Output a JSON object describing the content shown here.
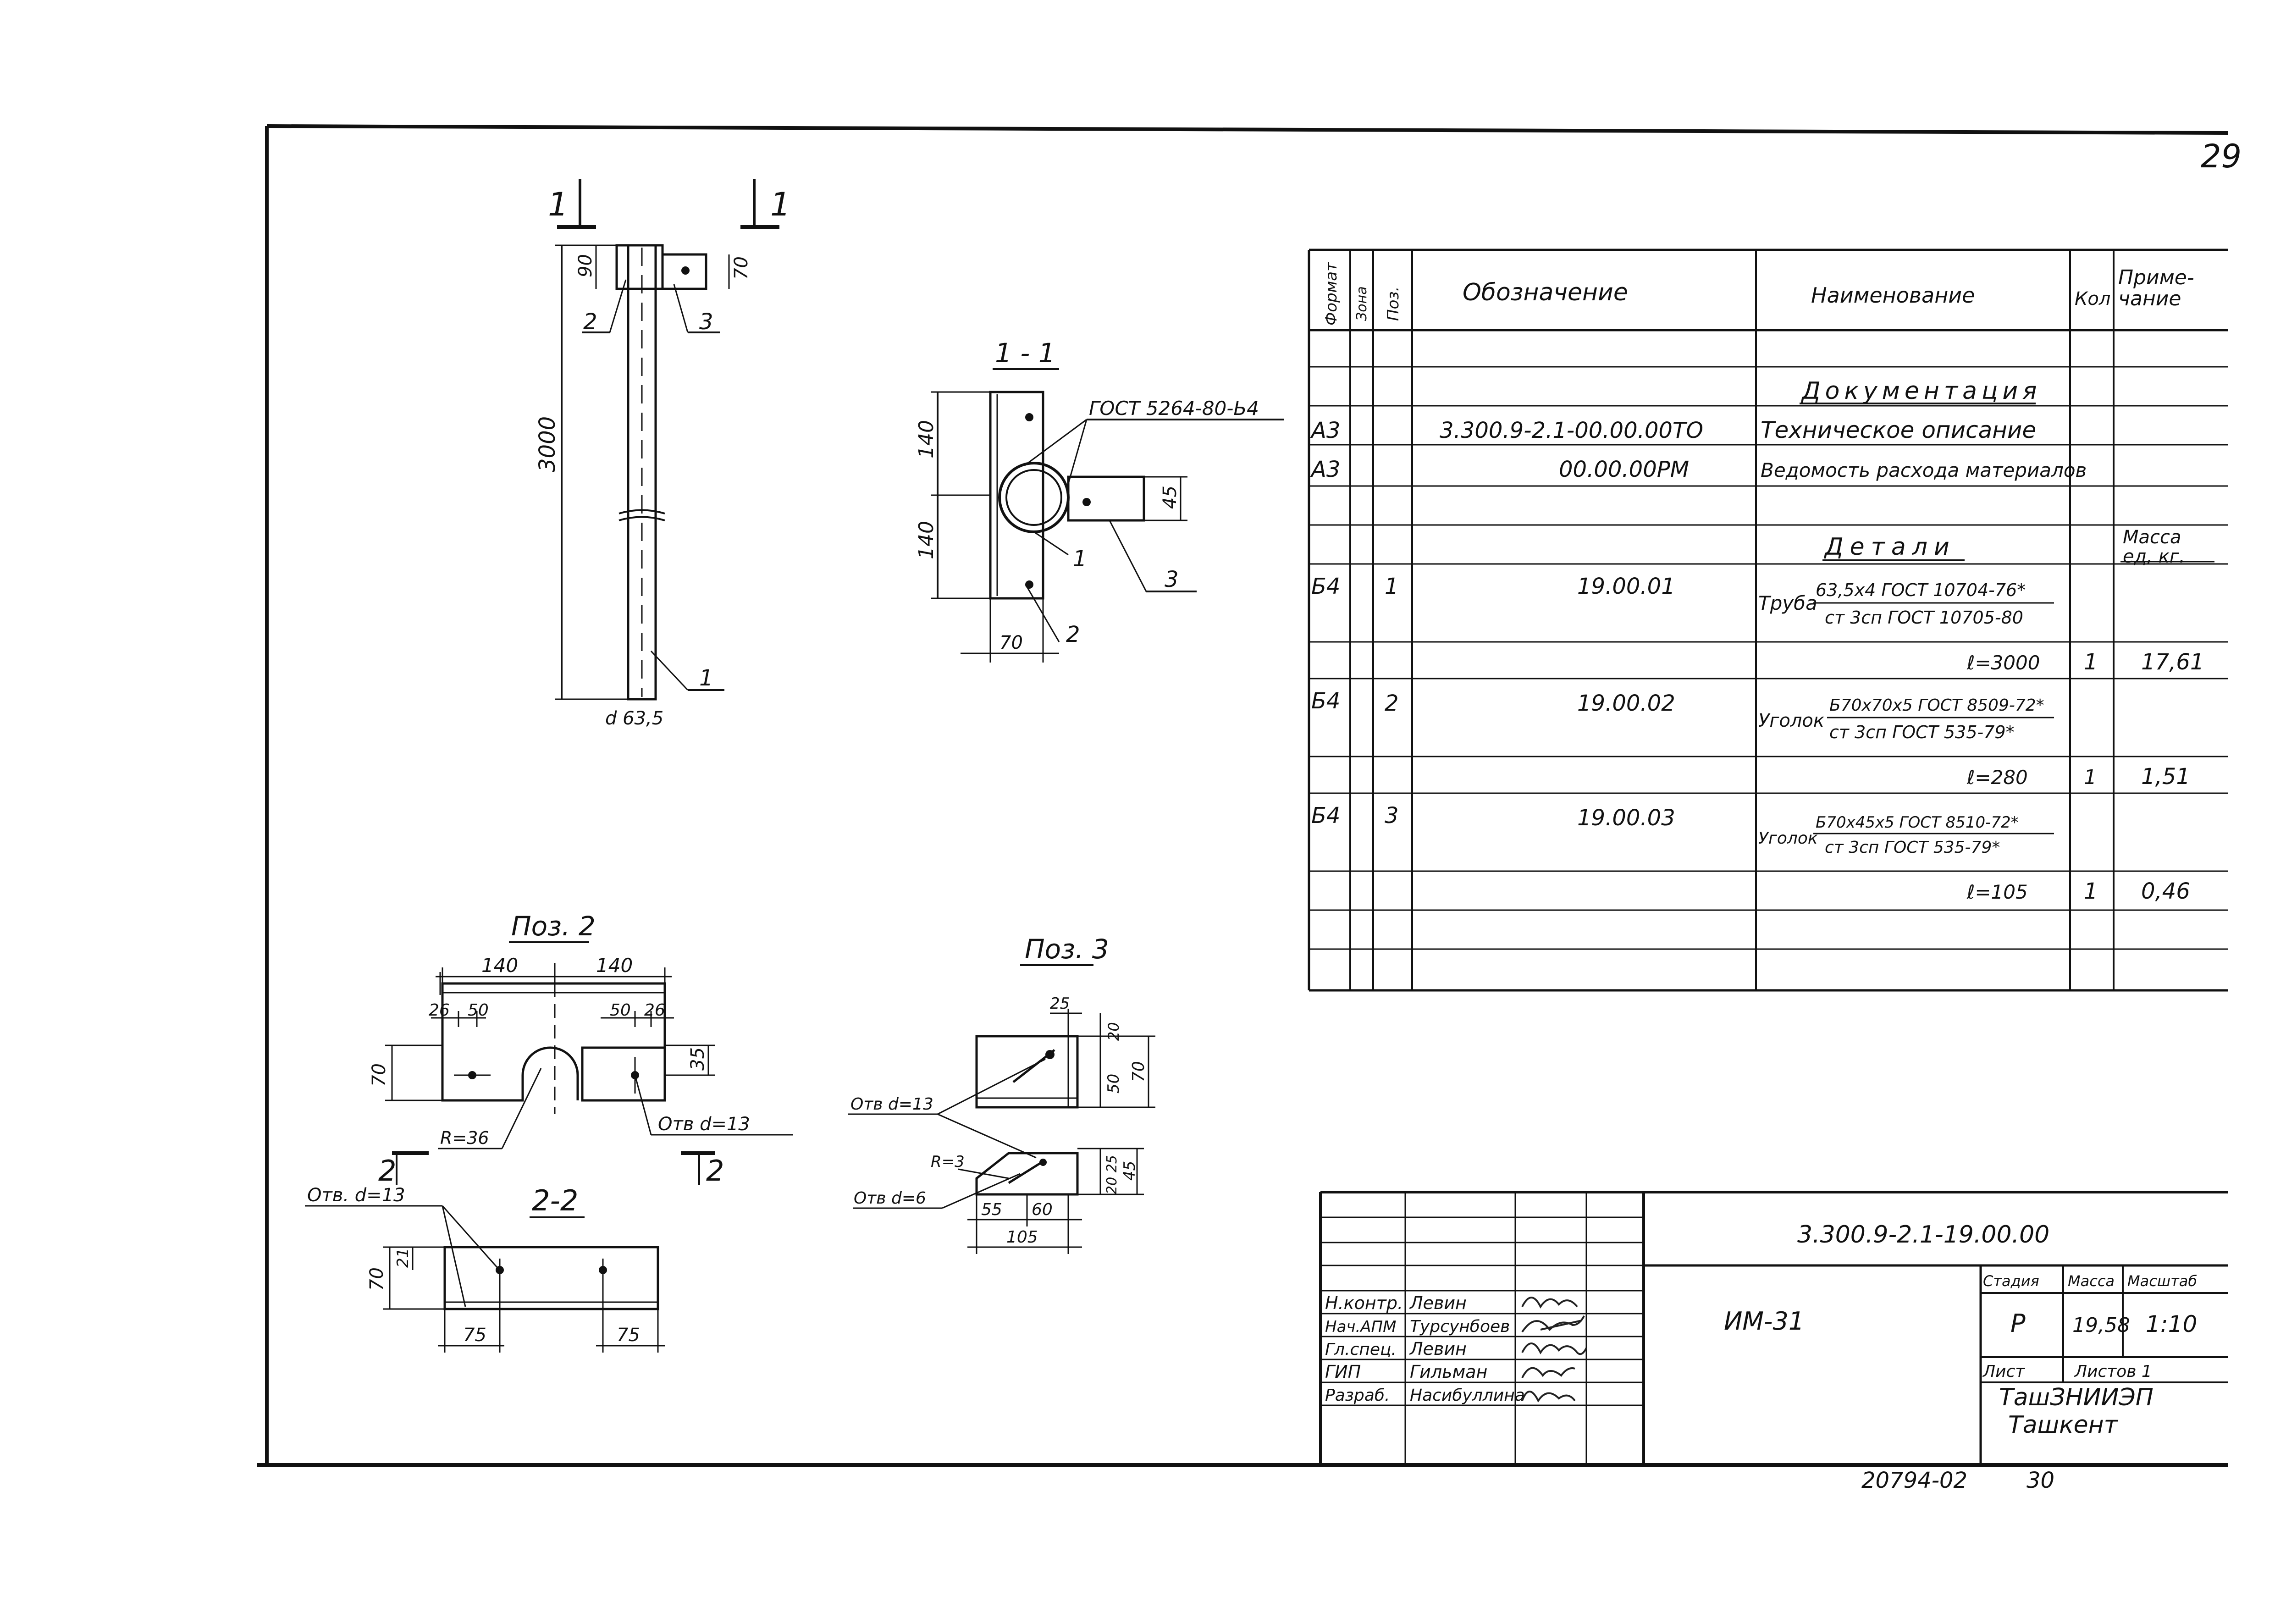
{
  "sheet": {
    "page_number": "29",
    "footer_number": "20794-02",
    "footer_page": "30"
  },
  "drawings": {
    "main_view": {
      "section_mark_left": "1",
      "section_mark_right": "1",
      "dim_length": "3000",
      "dim_top": "90",
      "dim_side": "70",
      "dim_diameter": "d 63,5",
      "pos1": "1",
      "pos2": "2",
      "pos3": "3"
    },
    "section_1_1": {
      "title": "1 - 1",
      "weld_note": "ГОСТ 5264-80-Ь4",
      "dim_upper": "140",
      "dim_lower": "140",
      "dim_right": "45",
      "dim_bottom": "70",
      "pos1": "1",
      "pos2": "2",
      "pos3": "3"
    },
    "pos2": {
      "title": "Поз. 2",
      "dim_left": "140",
      "dim_right": "140",
      "dim_a": "26",
      "dim_b": "50",
      "dim_c": "50",
      "dim_d": "26",
      "dim_height": "70",
      "dim_notch": "35",
      "radius": "R=36",
      "hole": "Отв d=13",
      "section_mark_left": "2",
      "section_mark_right": "2"
    },
    "section_2_2": {
      "title": "2-2",
      "hole": "Отв. d=13",
      "dim_height": "70",
      "dim_offset": "21",
      "dim_left": "75",
      "dim_right": "75"
    },
    "pos3": {
      "title": "Поз. 3",
      "dim_top": "25",
      "dim_20": "20",
      "dim_50": "50",
      "dim_70": "70",
      "hole_upper": "Отв d=13",
      "radius": "R=3",
      "hole_lower": "Отв d=6",
      "dim_55": "55",
      "dim_60": "60",
      "dim_105": "105",
      "dim_2025": "20 25",
      "dim_45": "45"
    }
  },
  "spec_table": {
    "headers": {
      "format": "Формат",
      "zone": "Зона",
      "pos": "Поз.",
      "designation": "Обозначение",
      "name": "Наименование",
      "qty": "Кол",
      "note": "Приме-\nчание"
    },
    "section_doc": "Документация",
    "doc_rows": [
      {
        "format": "А3",
        "designation": "3.300.9-2.1-00.00.00ТО",
        "name": "Техническое описание"
      },
      {
        "format": "А3",
        "designation": "00.00.00РМ",
        "name": "Ведомость расхода материалов"
      }
    ],
    "section_parts": "Детали",
    "mass_header": "Масса\nед, кг.",
    "part_rows": [
      {
        "format": "Б4",
        "pos": "1",
        "designation": "19.00.01",
        "name_prefix": "Труба",
        "name_top": "63,5х4 ГОСТ 10704-76*",
        "name_bottom": "ст 3сп ГОСТ 10705-80",
        "length": "ℓ=3000",
        "qty": "1",
        "mass": "17,61"
      },
      {
        "format": "Б4",
        "pos": "2",
        "designation": "19.00.02",
        "name_prefix": "Уголок",
        "name_top": "Б70х70х5 ГОСТ 8509-72*",
        "name_bottom": "ст 3сп ГОСТ 535-79*",
        "length": "ℓ=280",
        "qty": "1",
        "mass": "1,51"
      },
      {
        "format": "Б4",
        "pos": "3",
        "designation": "19.00.03",
        "name_prefix": "Уголок",
        "name_top": "Б70х45х5 ГОСТ 8510-72*",
        "name_bottom": "ст 3сп ГОСТ 535-79*",
        "length": "ℓ=105",
        "qty": "1",
        "mass": "0,46"
      }
    ]
  },
  "title_block": {
    "code": "3.300.9-2.1-19.00.00",
    "product": "ИМ-31",
    "stage_label": "Стадия",
    "mass_label": "Масса",
    "scale_label": "Масштаб",
    "stage": "Р",
    "mass": "19,58",
    "scale": "1:10",
    "sheet_label": "Лист",
    "sheets_label": "Листов 1",
    "org": "ТашЗНИИЭП",
    "city": "Ташкент",
    "people": [
      {
        "role": "Н.контр.",
        "name": "Левин"
      },
      {
        "role": "Нач.АПМ",
        "name": "Турсунбоев"
      },
      {
        "role": "Гл.спец.",
        "name": "Левин"
      },
      {
        "role": "ГИП",
        "name": "Гильман"
      },
      {
        "role": "Разраб.",
        "name": "Насибуллина"
      }
    ]
  }
}
